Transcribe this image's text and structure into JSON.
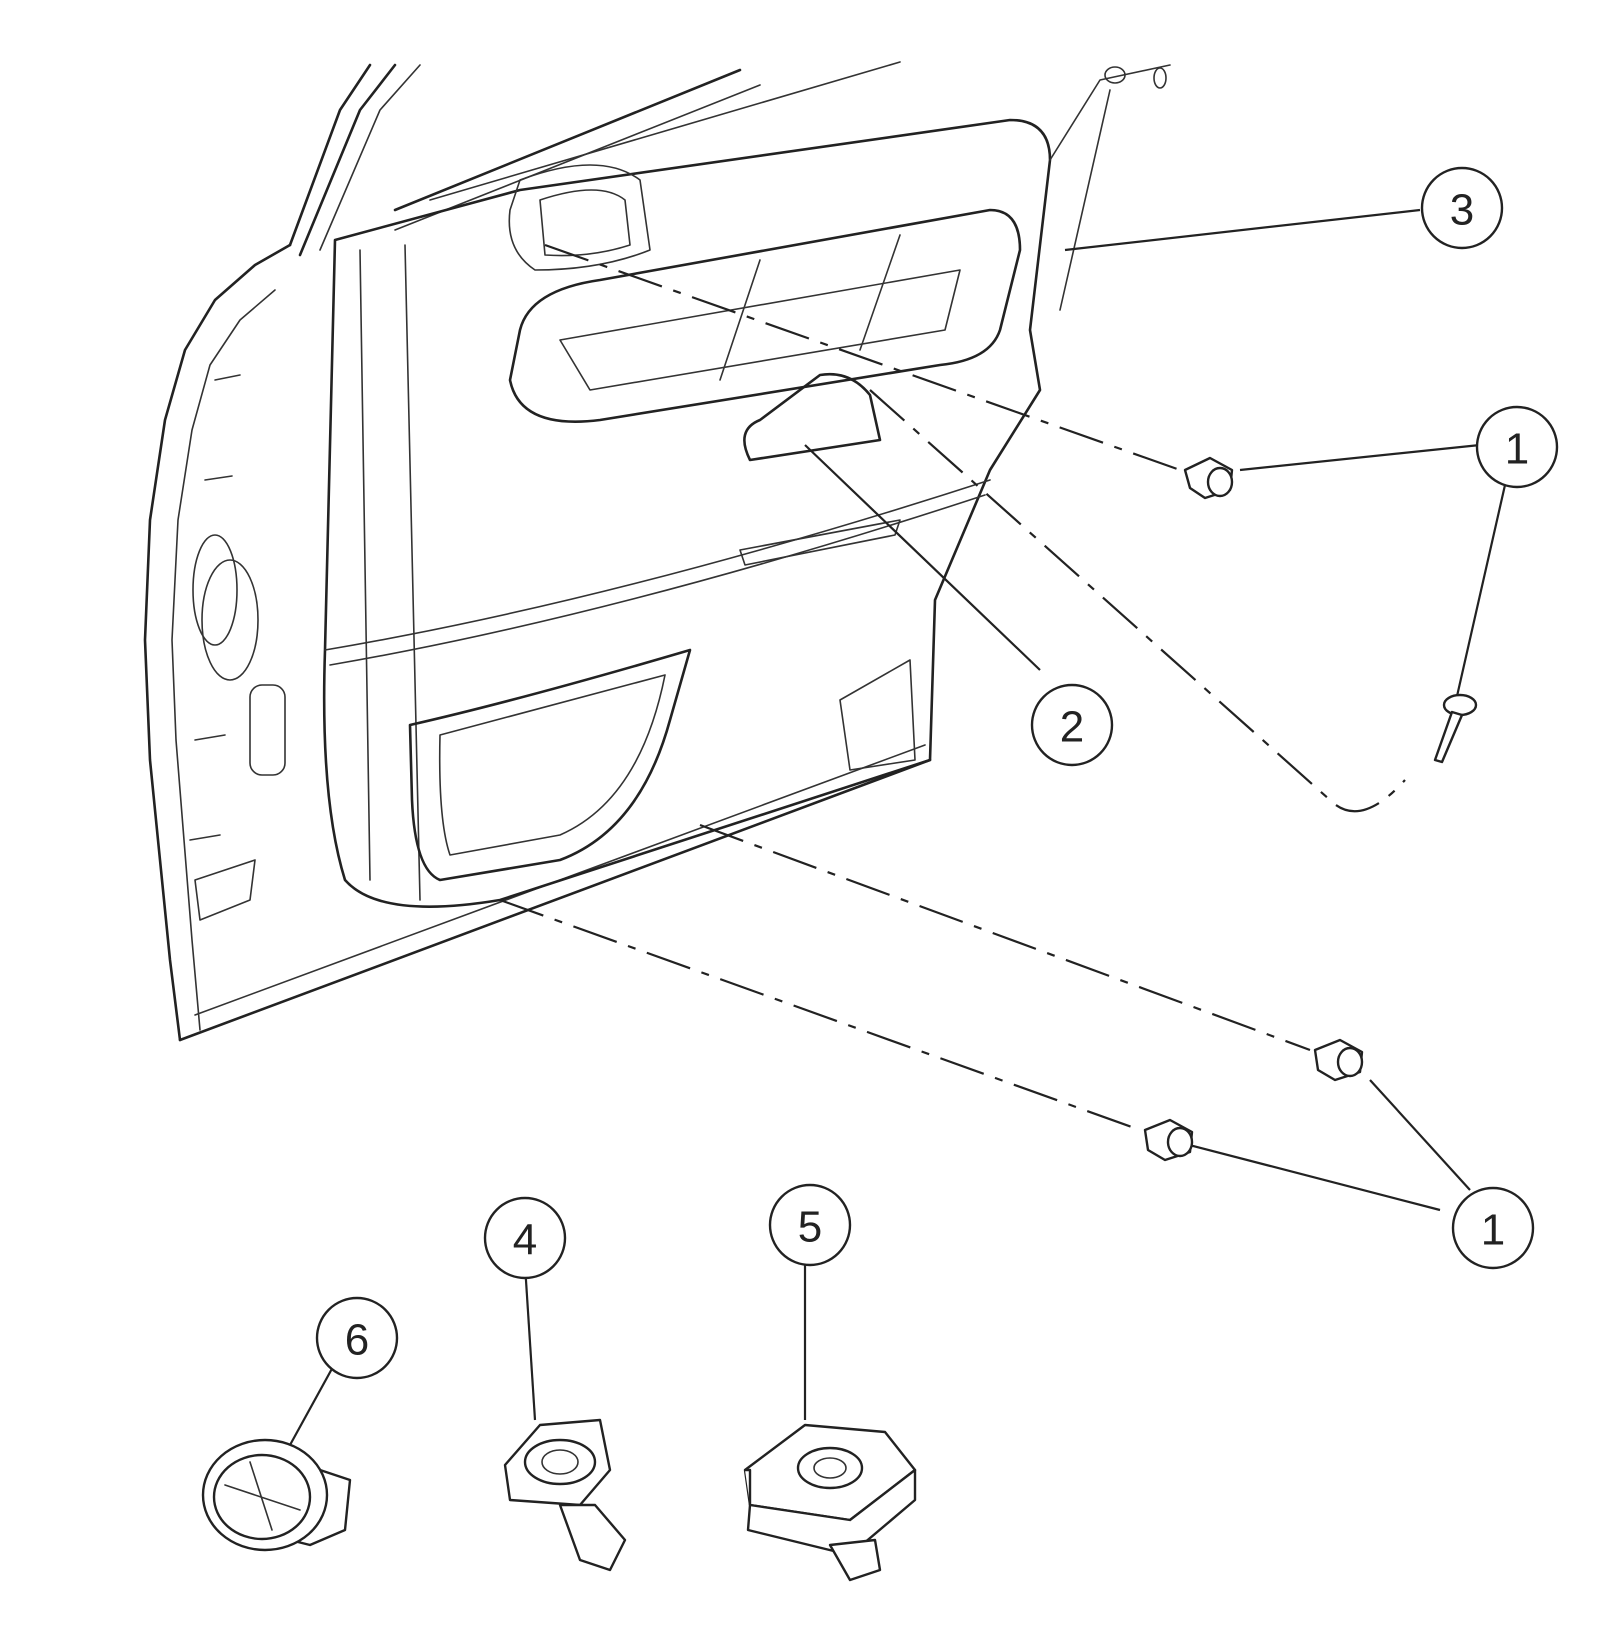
{
  "callouts": [
    {
      "id": "c3",
      "label": "3"
    },
    {
      "id": "c1a",
      "label": "1"
    },
    {
      "id": "c2",
      "label": "2"
    },
    {
      "id": "c1b",
      "label": "1"
    },
    {
      "id": "c4",
      "label": "4"
    },
    {
      "id": "c5",
      "label": "5"
    },
    {
      "id": "c6",
      "label": "6"
    }
  ]
}
